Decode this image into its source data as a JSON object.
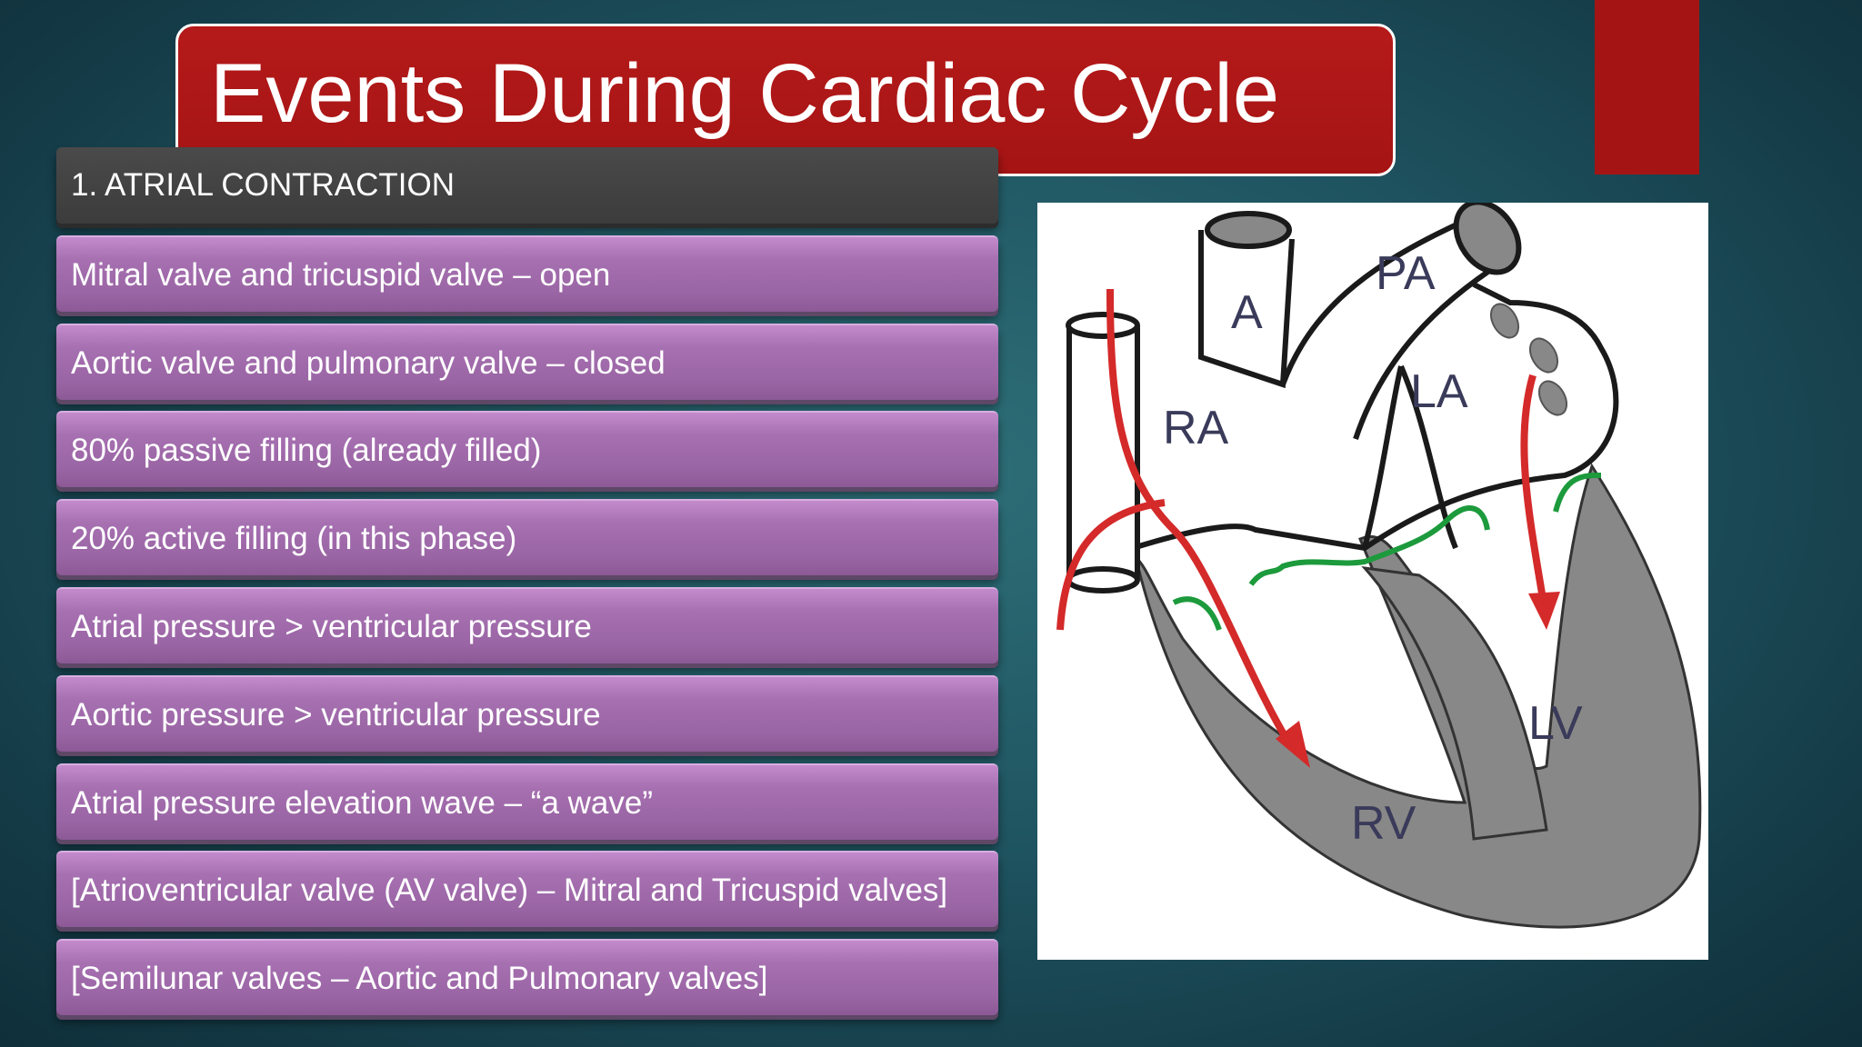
{
  "slide": {
    "title": "Events During Cardiac Cycle",
    "colors": {
      "title_red": "#a51414",
      "header_bar": "#3c3c3c",
      "item_bar": "#a670b1",
      "background": "#1f5561"
    }
  },
  "list": {
    "header": "1. ATRIAL CONTRACTION",
    "items": [
      "Mitral valve and tricuspid valve  – open",
      "Aortic valve and pulmonary valve – closed",
      "80%  passive filling (already filled)",
      "20% active filling (in this phase)",
      "Atrial pressure > ventricular pressure",
      "Aortic pressure > ventricular pressure",
      "Atrial pressure elevation wave – “a wave”",
      "[Atrioventricular valve (AV valve) – Mitral and Tricuspid valves]",
      "[Semilunar valves – Aortic and Pulmonary valves]"
    ]
  },
  "diagram": {
    "labels": {
      "aorta": "A",
      "pulmonary_artery": "PA",
      "right_atrium": "RA",
      "left_atrium": "LA",
      "right_ventricle": "RV",
      "left_ventricle": "LV"
    }
  }
}
